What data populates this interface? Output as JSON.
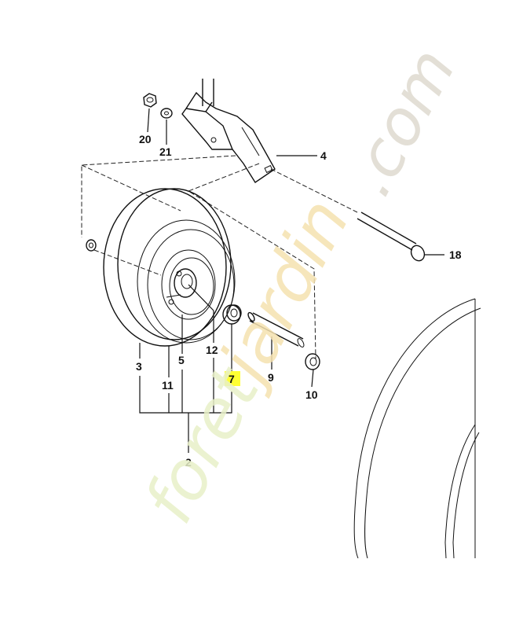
{
  "labels": {
    "p20": "20",
    "p21": "21",
    "p4": "4",
    "p18": "18",
    "p3": "3",
    "p5": "5",
    "p11": "11",
    "p12": "12",
    "p7": "7",
    "p9": "9",
    "p10": "10",
    "p2": "2"
  },
  "highlight_color": "#ffff33",
  "watermark": {
    "text_foret": "foret",
    "text_jardin": "jardin",
    "text_com": ".com",
    "color_foret": "#e8f0c8",
    "color_jardin": "#f5e2b0",
    "color_com": "#e0dcd2"
  }
}
